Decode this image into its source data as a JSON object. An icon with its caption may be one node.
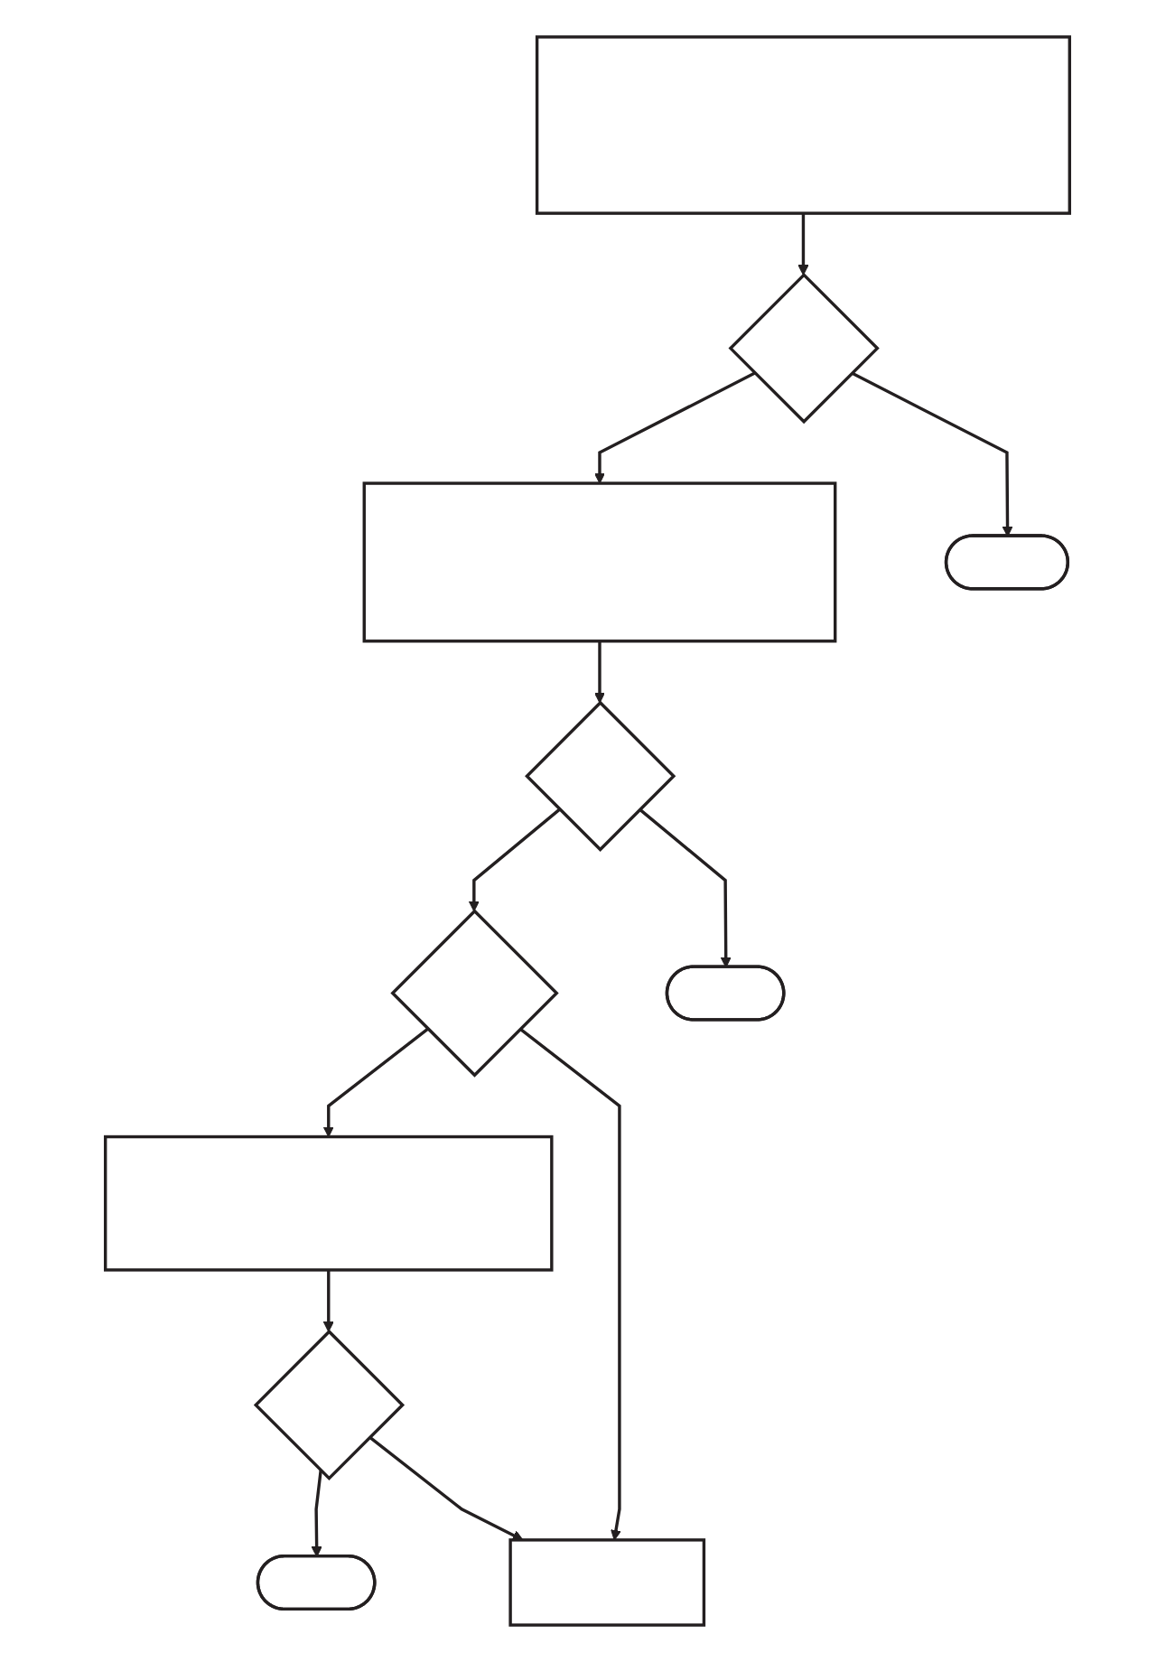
{
  "diagram": {
    "nodes": [
      {
        "text": [],
        "shape": "box"
      },
      {
        "text": [],
        "shape": "diamond"
      },
      {
        "text": [],
        "shape": "stadium"
      },
      {
        "text": [],
        "shape": "box"
      },
      {
        "text": [],
        "shape": "diamond"
      },
      {
        "text": [],
        "shape": "stadium"
      },
      {
        "text": [],
        "shape": "diamond"
      },
      {
        "text": [],
        "shape": "box"
      },
      {
        "text": [],
        "shape": "box"
      },
      {
        "text": [],
        "shape": "diamond"
      },
      {
        "text": [],
        "shape": "stadium"
      }
    ],
    "edges": [
      {
        "from": 0,
        "to": 1,
        "arrow": "to"
      },
      {
        "from": 1,
        "to": 3,
        "arrow": "to"
      },
      {
        "from": 1,
        "to": 2,
        "arrow": "to"
      },
      {
        "from": 3,
        "to": 4,
        "arrow": "to"
      },
      {
        "from": 4,
        "to": 6,
        "arrow": "to"
      },
      {
        "from": 4,
        "to": 5,
        "arrow": "to"
      },
      {
        "from": 6,
        "to": 8,
        "arrow": "to"
      },
      {
        "from": 6,
        "to": 7,
        "arrow": "to"
      },
      {
        "from": 8,
        "to": 9,
        "arrow": "to"
      },
      {
        "from": 9,
        "to": 10,
        "arrow": "to"
      },
      {
        "from": 9,
        "to": 7,
        "arrow": "to"
      }
    ]
  }
}
